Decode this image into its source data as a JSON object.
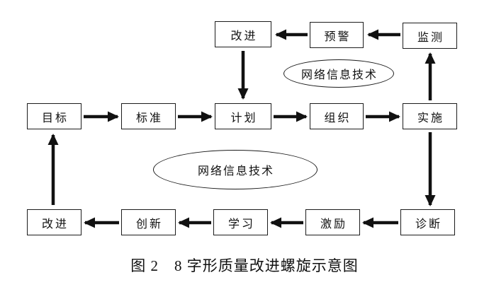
{
  "figure": {
    "caption": "图 2　8 字形质量改进螺旋示意图"
  },
  "diagram": {
    "top_row": [
      {
        "id": "improve-top",
        "label": "改进"
      },
      {
        "id": "early-warning",
        "label": "预警"
      },
      {
        "id": "monitor",
        "label": "监测"
      }
    ],
    "middle_row": [
      {
        "id": "goal",
        "label": "目标"
      },
      {
        "id": "standard",
        "label": "标准"
      },
      {
        "id": "plan",
        "label": "计划"
      },
      {
        "id": "organize",
        "label": "组织"
      },
      {
        "id": "implement",
        "label": "实施"
      }
    ],
    "bottom_row": [
      {
        "id": "improve-bottom",
        "label": "改进"
      },
      {
        "id": "innovate",
        "label": "创新"
      },
      {
        "id": "learn",
        "label": "学习"
      },
      {
        "id": "motivate",
        "label": "激励"
      },
      {
        "id": "diagnose",
        "label": "诊断"
      }
    ],
    "ellipses": [
      {
        "id": "network-info-tech-top",
        "label": "网络信息技术"
      },
      {
        "id": "network-info-tech-middle",
        "label": "网络信息技术"
      }
    ],
    "colors": {
      "line": "#111111",
      "box_border": "#1c1c1c",
      "box_fill": "#ffffff",
      "text": "#111111",
      "background": "#ffffff"
    }
  }
}
